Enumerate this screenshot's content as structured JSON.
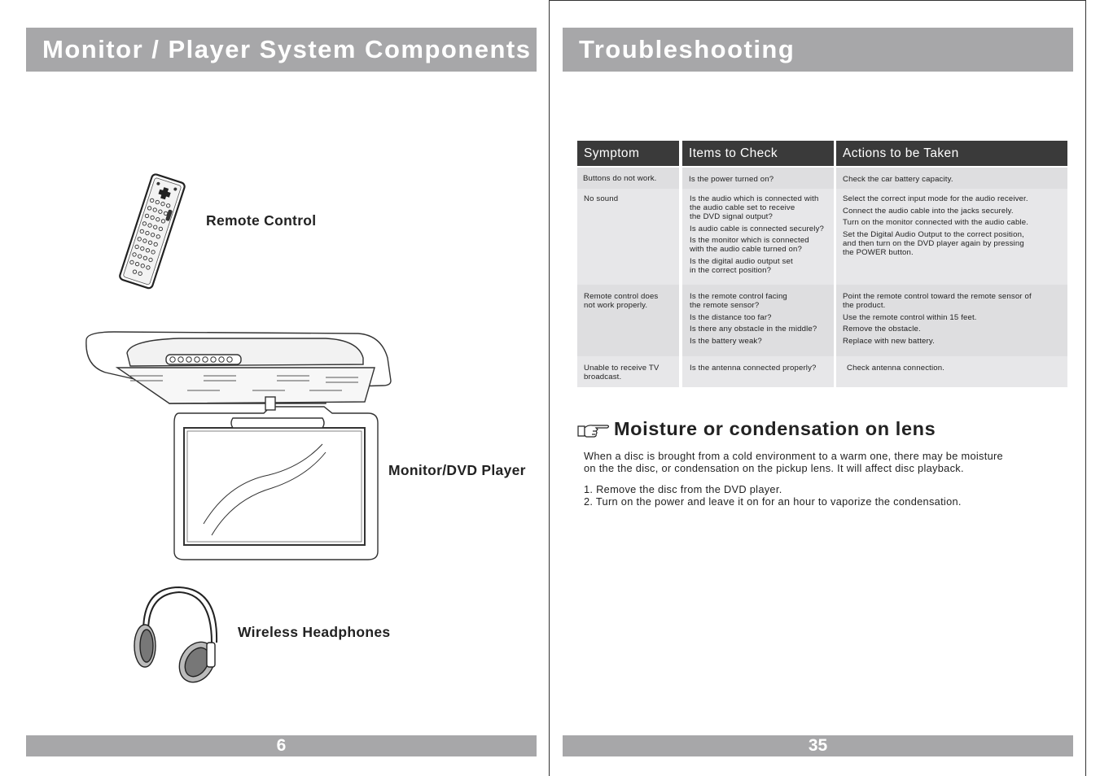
{
  "left_page": {
    "title": "Monitor / Player System Components",
    "components": {
      "remote": "Remote Control",
      "monitor": "Monitor/DVD Player",
      "headphones": "Wireless Headphones"
    },
    "page_number": "6"
  },
  "right_page": {
    "title": "Troubleshooting",
    "table": {
      "headers": [
        "Symptom",
        "Items to Check",
        "Actions to be Taken"
      ],
      "rows": [
        {
          "symptom": "Buttons do not work.",
          "items": [
            "Is the power turned on?"
          ],
          "actions": [
            "Check the car battery capacity."
          ]
        },
        {
          "symptom": "No sound",
          "items": [
            "Is the audio which is connected with\nthe audio cable set to receive\nthe DVD signal output?",
            "Is audio cable is connected securely?",
            "Is the monitor which is connected\nwith the audio cable turned on?",
            "Is the digital audio output set\nin the correct position?"
          ],
          "actions": [
            "Select the correct input mode for the audio receiver.",
            "Connect the audio cable into the jacks securely.",
            "Turn on the monitor connected with the audio cable.",
            "Set the Digital Audio Output to the correct position,\nand then turn on the DVD player again by pressing\nthe POWER button."
          ]
        },
        {
          "symptom": "Remote control does\nnot work properly.",
          "items": [
            "Is the remote control facing\nthe remote sensor?",
            "Is the distance too far?",
            "Is there any obstacle in the middle?",
            "Is the battery weak?"
          ],
          "actions": [
            "Point the remote control toward the remote sensor of\nthe product.",
            "Use the remote control within 15 feet.",
            "Remove the obstacle.",
            "Replace with new battery."
          ]
        },
        {
          "symptom": "Unable to receive TV\nbroadcast.",
          "items": [
            "Is the antenna connected properly?"
          ],
          "actions": [
            "Check antenna connection."
          ]
        }
      ]
    },
    "moisture": {
      "title": "Moisture or condensation on lens",
      "intro_line1": "When a disc is brought from a cold environment to a warm one, there may be moisture",
      "intro_line2": "on the the disc, or condensation on the pickup lens. It will affect disc playback.",
      "step1": "1. Remove the disc from the DVD player.",
      "step2": "2. Turn on the power and leave it on for an hour to vaporize the condensation.",
      "icon": "pointing-hand-icon"
    },
    "page_number": "35"
  }
}
